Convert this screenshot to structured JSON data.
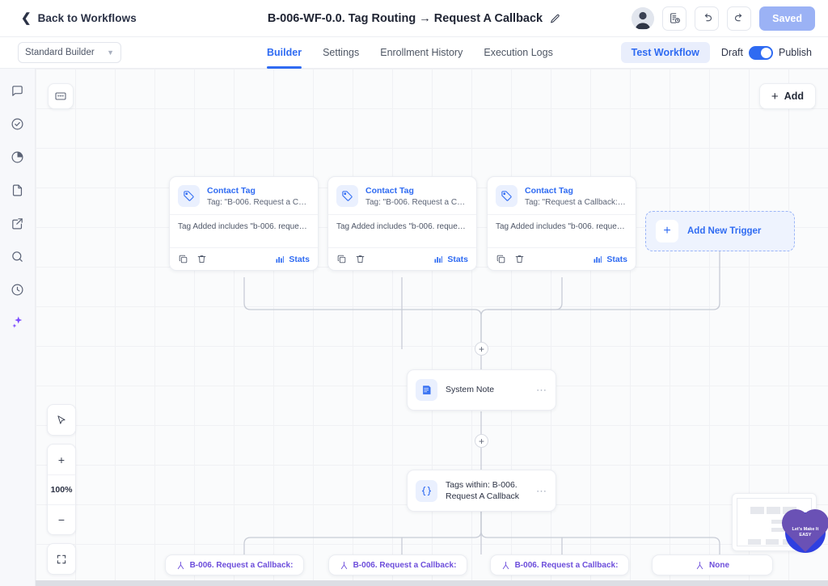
{
  "header": {
    "back_label": "Back to Workflows",
    "workflow_title": "B-006-WF-0.0. Tag Routing → Request A Callback",
    "edit_icon": "pencil-icon",
    "avatar_icon": "user-avatar",
    "version_icon": "document-history-icon",
    "undo_icon": "undo-icon",
    "redo_icon": "redo-icon",
    "save_label": "Saved"
  },
  "subbar": {
    "builder_select_value": "Standard Builder",
    "tabs": [
      {
        "label": "Builder",
        "active": true
      },
      {
        "label": "Settings",
        "active": false
      },
      {
        "label": "Enrollment History",
        "active": false
      },
      {
        "label": "Execution Logs",
        "active": false
      }
    ],
    "test_workflow_label": "Test Workflow",
    "draft_label": "Draft",
    "publish_label": "Publish",
    "toggle_on": true
  },
  "rail": {
    "items": [
      {
        "icon": "chat-bubble-icon",
        "name": "conversations"
      },
      {
        "icon": "check-circle-icon",
        "name": "tasks"
      },
      {
        "icon": "pie-chart-icon",
        "name": "reporting"
      },
      {
        "icon": "file-icon",
        "name": "documents"
      },
      {
        "icon": "external-link-icon",
        "name": "open-external"
      },
      {
        "icon": "search-icon",
        "name": "search"
      },
      {
        "icon": "clock-icon",
        "name": "history"
      },
      {
        "icon": "sparkle-icon",
        "name": "ai-assistant"
      }
    ]
  },
  "canvas": {
    "note_button_icon": "sticky-note-icon",
    "add_button_label": "Add",
    "zoom": {
      "cursor_icon": "cursor-arrow-icon",
      "zoom_in_label": "+",
      "zoom_level": "100%",
      "zoom_out_label": "−",
      "fit_icon": "fit-screen-icon"
    },
    "triggers": [
      {
        "title": "Contact Tag",
        "subtitle": "Tag: \"B-006. Request a Callbac...",
        "body": "Tag Added includes \"b-006. request a c...",
        "copy_icon": "duplicate-icon",
        "delete_icon": "trash-icon",
        "stats_label": "Stats",
        "stats_icon": "bar-chart-icon"
      },
      {
        "title": "Contact Tag",
        "subtitle": "Tag: \"B-006. Request a Callbac...",
        "body": "Tag Added includes \"b-006. request a c...",
        "copy_icon": "duplicate-icon",
        "delete_icon": "trash-icon",
        "stats_label": "Stats",
        "stats_icon": "bar-chart-icon"
      },
      {
        "title": "Contact Tag",
        "subtitle": "Tag: \"Request a Callback: Pen...",
        "body": "Tag Added includes \"b-006. request a c...",
        "copy_icon": "duplicate-icon",
        "delete_icon": "trash-icon",
        "stats_label": "Stats",
        "stats_icon": "bar-chart-icon"
      }
    ],
    "add_trigger_label": "Add New Trigger",
    "nodes": [
      {
        "label": "System Note",
        "icon": "note-action-icon",
        "menu": "⋯"
      },
      {
        "label": "Tags within: B-006. Request A Callback",
        "icon": "code-braces-icon",
        "menu": "⋯"
      }
    ],
    "branches": [
      {
        "label": "B-006. Request a Callback:",
        "icon": "branch-icon"
      },
      {
        "label": "B-006. Request a Callback:",
        "icon": "branch-icon"
      },
      {
        "label": "B-006. Request a Callback:",
        "icon": "branch-icon"
      },
      {
        "label": "None",
        "icon": "branch-icon"
      }
    ],
    "badge_text": "Let's Make It EASY"
  },
  "colors": {
    "accent": "#2f6bf2",
    "branch_purple": "#6c4ddb",
    "saved_button": "#9bb2f5",
    "canvas_bg": "#fafbfc"
  }
}
